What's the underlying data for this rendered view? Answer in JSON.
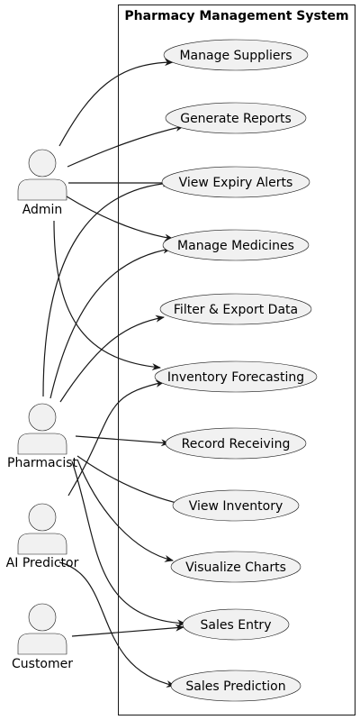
{
  "system": {
    "title": "Pharmacy Management System"
  },
  "actors": [
    {
      "id": "admin",
      "label": "Admin"
    },
    {
      "id": "pharmacist",
      "label": "Pharmacist"
    },
    {
      "id": "ai_predictor",
      "label": "AI Predictor"
    },
    {
      "id": "customer",
      "label": "Customer"
    }
  ],
  "use_cases": [
    {
      "id": "manage_suppliers",
      "label": "Manage Suppliers"
    },
    {
      "id": "generate_reports",
      "label": "Generate Reports"
    },
    {
      "id": "view_expiry_alerts",
      "label": "View Expiry Alerts"
    },
    {
      "id": "manage_medicines",
      "label": "Manage Medicines"
    },
    {
      "id": "filter_export_data",
      "label": "Filter & Export Data"
    },
    {
      "id": "inventory_forecasting",
      "label": "Inventory Forecasting"
    },
    {
      "id": "record_receiving",
      "label": "Record Receiving"
    },
    {
      "id": "view_inventory",
      "label": "View Inventory"
    },
    {
      "id": "visualize_charts",
      "label": "Visualize Charts"
    },
    {
      "id": "sales_entry",
      "label": "Sales Entry"
    },
    {
      "id": "sales_prediction",
      "label": "Sales Prediction"
    }
  ],
  "associations": [
    {
      "from": "admin",
      "to": "manage_suppliers"
    },
    {
      "from": "admin",
      "to": "generate_reports"
    },
    {
      "from": "admin",
      "to": "view_expiry_alerts"
    },
    {
      "from": "admin",
      "to": "manage_medicines"
    },
    {
      "from": "admin",
      "to": "inventory_forecasting"
    },
    {
      "from": "pharmacist",
      "to": "view_expiry_alerts"
    },
    {
      "from": "pharmacist",
      "to": "manage_medicines"
    },
    {
      "from": "pharmacist",
      "to": "filter_export_data"
    },
    {
      "from": "pharmacist",
      "to": "record_receiving"
    },
    {
      "from": "pharmacist",
      "to": "view_inventory"
    },
    {
      "from": "pharmacist",
      "to": "visualize_charts"
    },
    {
      "from": "pharmacist",
      "to": "sales_entry"
    },
    {
      "from": "ai_predictor",
      "to": "inventory_forecasting"
    },
    {
      "from": "ai_predictor",
      "to": "sales_prediction"
    },
    {
      "from": "customer",
      "to": "sales_entry"
    }
  ],
  "colors": {
    "fill": "#f1f1f1",
    "stroke": "#181818",
    "text": "#000000"
  }
}
